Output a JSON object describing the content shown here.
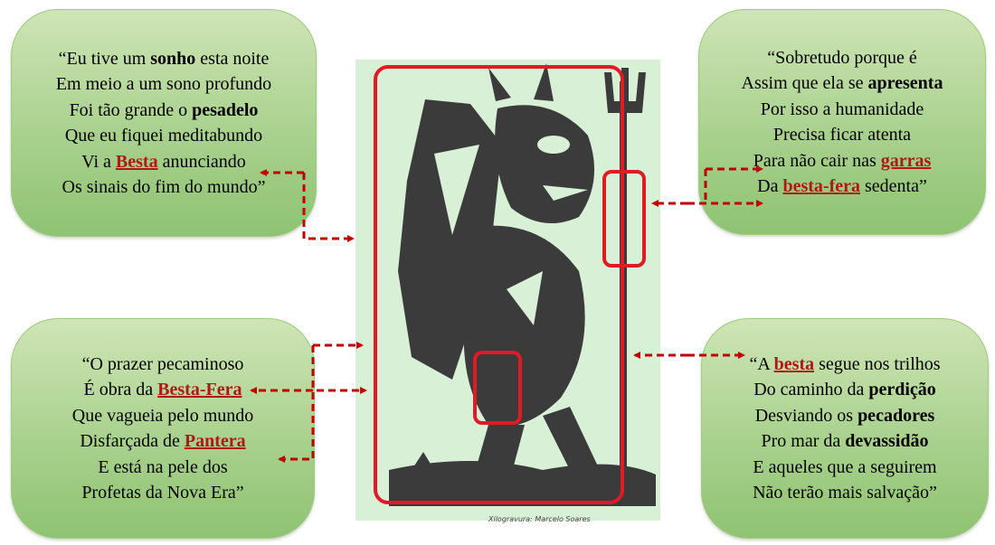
{
  "top_left": {
    "l1": {
      "a": "“Eu tive um ",
      "b": "sonho",
      "c": " esta noite"
    },
    "l2": "Em meio a um sono profundo",
    "l3": {
      "a": "Foi tão grande o ",
      "b": "pesadelo"
    },
    "l4": "Que eu fiquei meditabundo",
    "l5": {
      "a": "Vi a ",
      "b": "Besta",
      "c": " anunciando"
    },
    "l6": "Os sinais do fim do mundo”"
  },
  "top_right": {
    "l1": "“Sobretudo porque é",
    "l2": {
      "a": "Assim que ela se ",
      "b": "apresenta"
    },
    "l3": "Por isso a humanidade",
    "l4": "Precisa ficar atenta",
    "l5": {
      "a": "Para não cair nas ",
      "b": "garras"
    },
    "l6": {
      "a": "Da ",
      "b": "besta-fera",
      "c": " sedenta”"
    }
  },
  "bottom_left": {
    "l1": "“O prazer pecaminoso",
    "l2": {
      "a": "É obra da ",
      "b": "Besta-Fera"
    },
    "l3": "Que vagueia pelo mundo",
    "l4": {
      "a": "Disfarçada de ",
      "b": "Pantera"
    },
    "l5": "E está na pele dos",
    "l6": "Profetas da Nova Era”"
  },
  "bottom_right": {
    "l1": {
      "a": "“A ",
      "b": "besta",
      "c": " segue nos trilhos"
    },
    "l2": {
      "a": "Do caminho da ",
      "b": "perdição"
    },
    "l3": {
      "a": "Desviando os ",
      "b": "pecadores"
    },
    "l4": {
      "a": "Pro mar da ",
      "b": "devassidão"
    },
    "l5": "E aqueles que a seguirem",
    "l6": "Não terão mais salvação”"
  },
  "image_credit": "Xilogravura: Marcelo Soares",
  "colors": {
    "box_fill": "#a9d18e",
    "highlight": "#b01818",
    "arrow": "#c00000",
    "image_bg": "#d8f0d6",
    "ink": "#3a3a3a"
  }
}
